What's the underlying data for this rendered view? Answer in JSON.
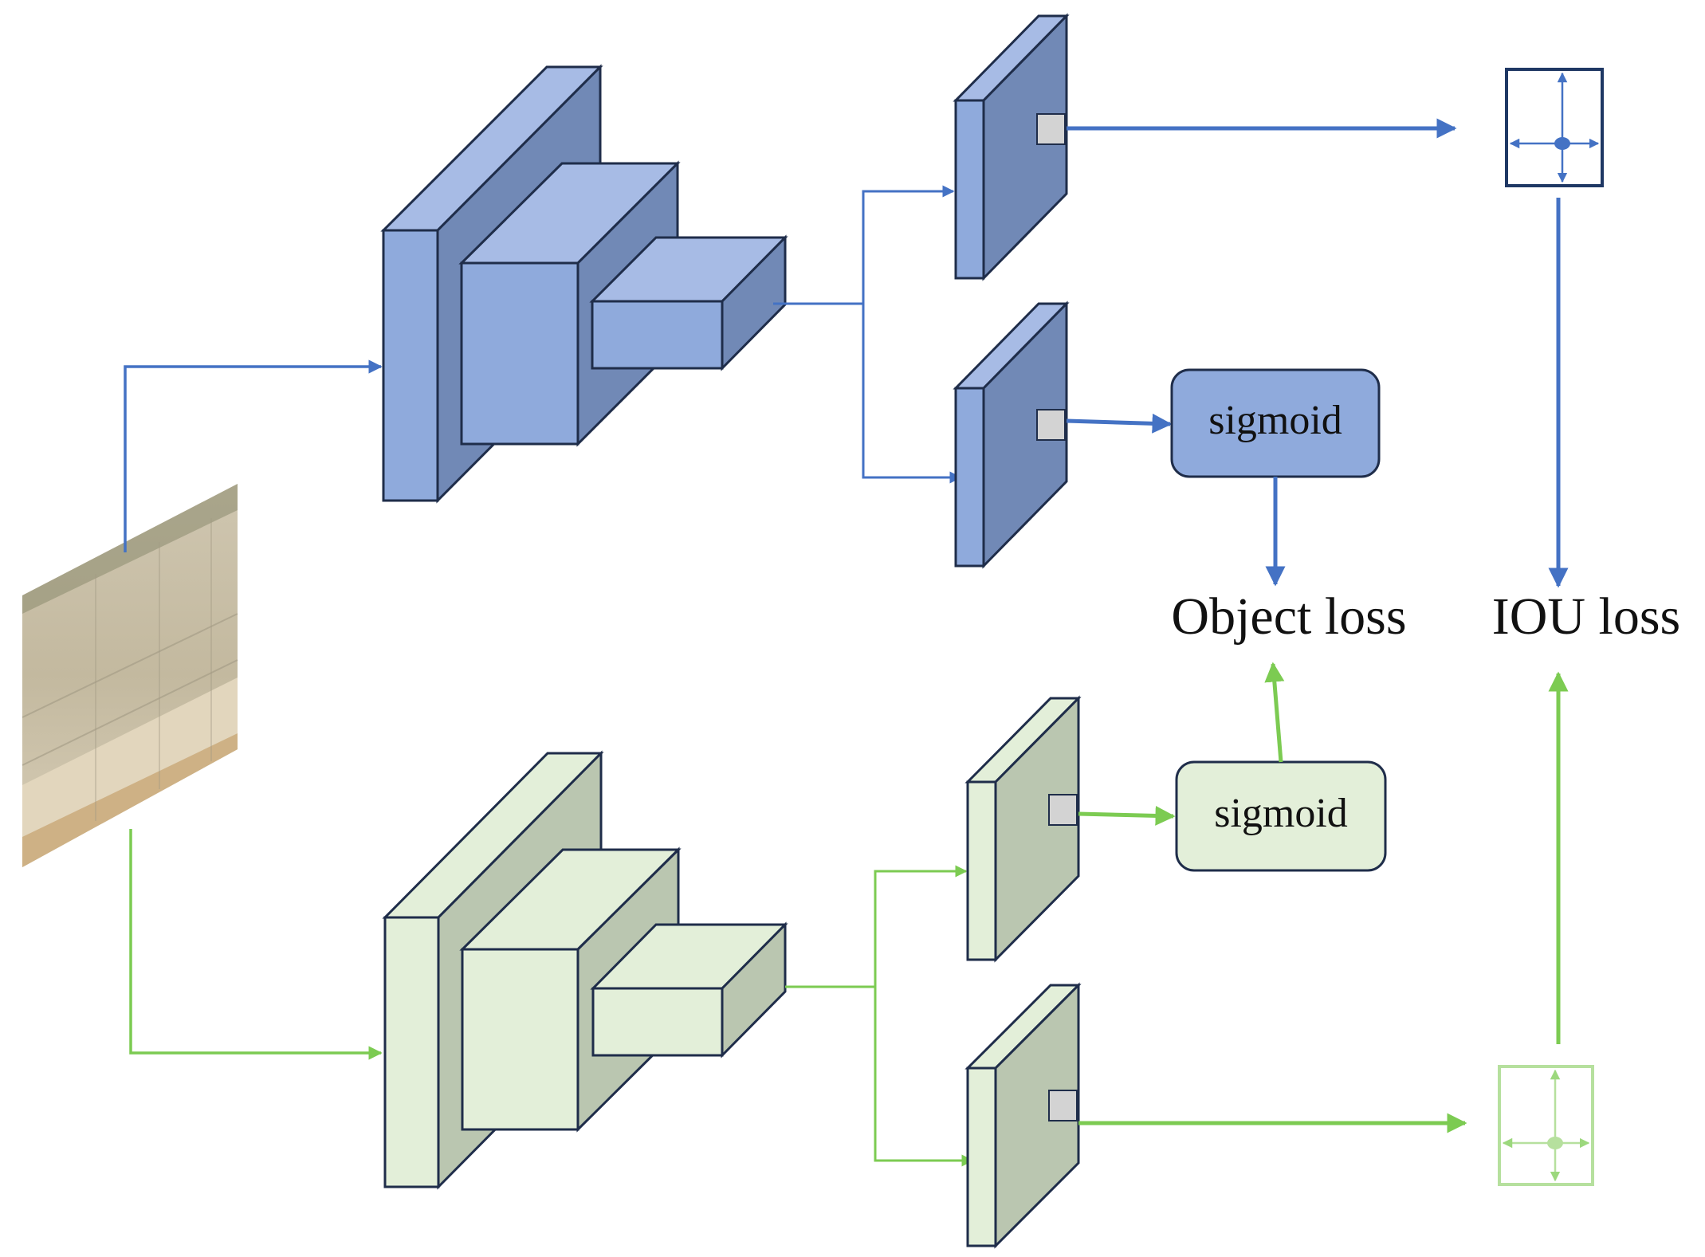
{
  "labels": {
    "sigmoid_top": "sigmoid",
    "sigmoid_bottom": "sigmoid",
    "object_loss": "Object loss",
    "iou_loss": "IOU loss"
  },
  "colors": {
    "blue_line": "#4472C4",
    "blue_front": "#8FAADC",
    "blue_top": "#A7BBE5",
    "blue_side": "#7189B6",
    "green_line": "#7CCB52",
    "green_front": "#E3EFD9",
    "green_side": "#BAC6B0",
    "outline": "#1F2D4A",
    "patch": "#D3D3D3"
  }
}
